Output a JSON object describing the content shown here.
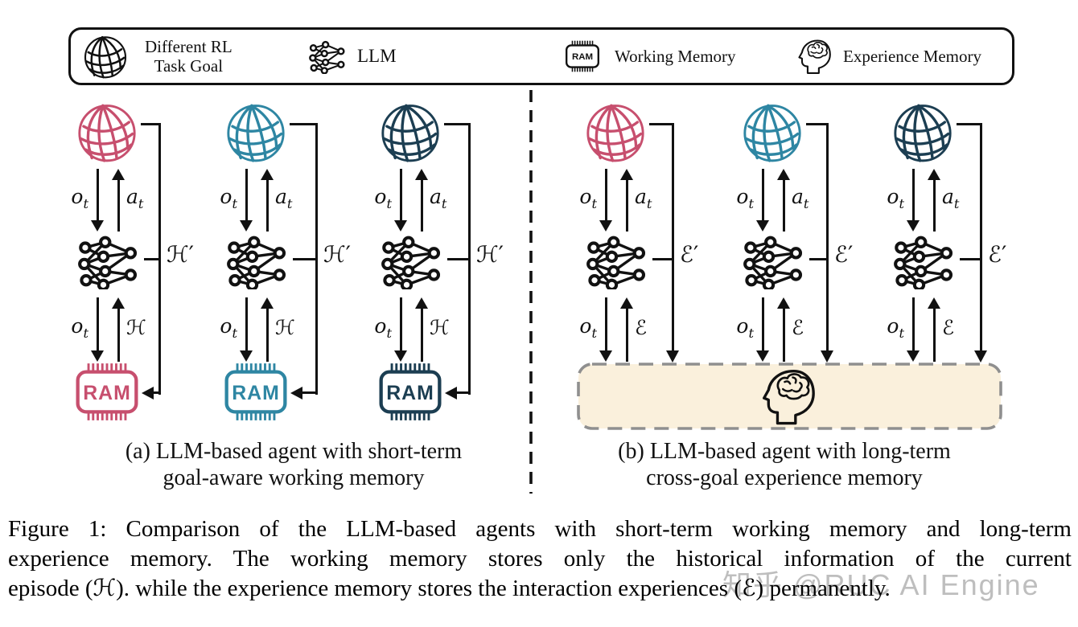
{
  "colors": {
    "pink": "#c74f6e",
    "teal": "#2e86a3",
    "navy": "#1c3e52",
    "ink": "#111111",
    "memory_box_fill": "#faf0dc",
    "memory_box_border": "#8f8f8f",
    "watermark_gray": "#b3b3b3"
  },
  "legend": {
    "item1": {
      "icon": "globe-icon",
      "line1": "Different RL",
      "line2": "Task Goal"
    },
    "item2": {
      "icon": "neural-network-icon",
      "label": "LLM"
    },
    "item3": {
      "icon": "ram-chip-icon",
      "label": "Working Memory",
      "chip": "RAM"
    },
    "item4": {
      "icon": "brain-icon",
      "label": "Experience Memory"
    }
  },
  "math": {
    "o": "o",
    "a": "a",
    "t": "t",
    "H": "ℋ",
    "Hp": "ℋ′",
    "E": "ℰ",
    "Ep": "ℰ′"
  },
  "chip": "RAM",
  "panel_a": {
    "caption1": "(a) LLM-based agent with short-term",
    "caption2": "goal-aware working memory"
  },
  "panel_b": {
    "caption1": "(b) LLM-based agent with long-term",
    "caption2": "cross-goal experience memory"
  },
  "figure_caption": {
    "line1": "Figure 1: Comparison of the LLM-based agents with short-term working memory and long-term",
    "line2": "experience memory.  The working memory stores only the historical information of the current",
    "line3": "episode (ℋ). while the experience memory stores the interaction experiences (ℰ) permanently."
  },
  "watermark": "知乎 @RUC AI Engine"
}
